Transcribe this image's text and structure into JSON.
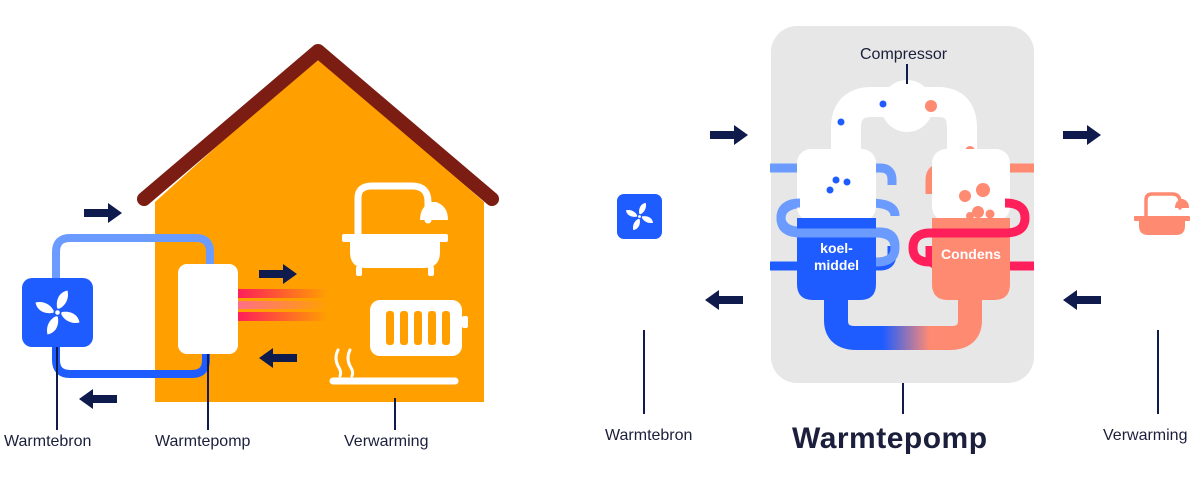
{
  "left": {
    "labels": {
      "source": "Warmtebron",
      "pump": "Warmtepomp",
      "heating": "Verwarming"
    }
  },
  "right": {
    "title": "Warmtepomp",
    "compressor_label": "Compressor",
    "refrigerant_label_line1": "koel-",
    "refrigerant_label_line2": "middel",
    "condenser_label": "Condens",
    "source_label": "Warmtebron",
    "heating_label": "Verwarming"
  },
  "colors": {
    "house": "#ffa000",
    "roof": "#7c1d14",
    "cold_blue": "#1f5cff",
    "light_blue": "#6b9bff",
    "hot_pink": "#ff1f5a",
    "salmon": "#ff8a72",
    "navy": "#0f1a4d",
    "panel_grey": "#e7e7e7"
  },
  "icons": [
    "fan-icon",
    "bathtub-icon",
    "radiator-icon",
    "floor-heating-icon",
    "arrow-icon"
  ]
}
